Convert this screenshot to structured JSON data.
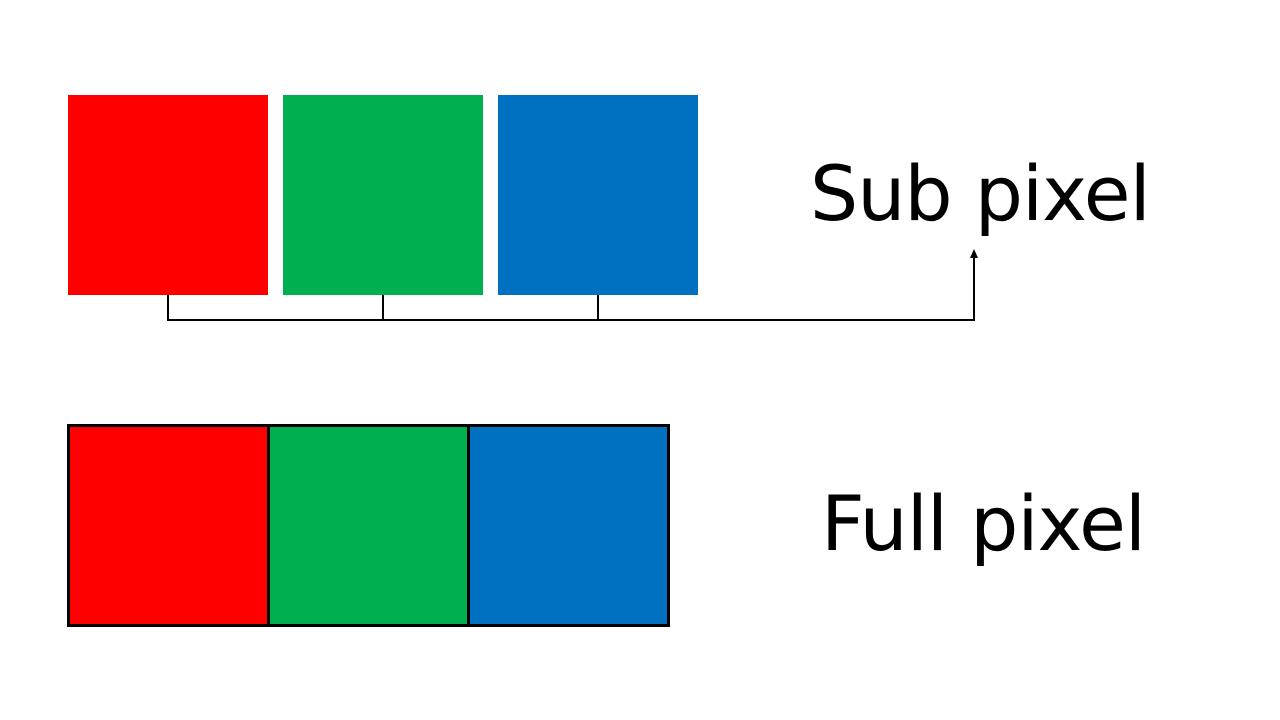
{
  "colors": {
    "red": "#ff0000",
    "green": "#00b050",
    "blue": "#0070c0",
    "outline": "#000000",
    "background": "#ffffff"
  },
  "sub_pixel": {
    "label": "Sub pixel",
    "blocks": [
      "red",
      "green",
      "blue"
    ]
  },
  "full_pixel": {
    "label": "Full pixel",
    "blocks": [
      "red",
      "green",
      "blue"
    ]
  }
}
